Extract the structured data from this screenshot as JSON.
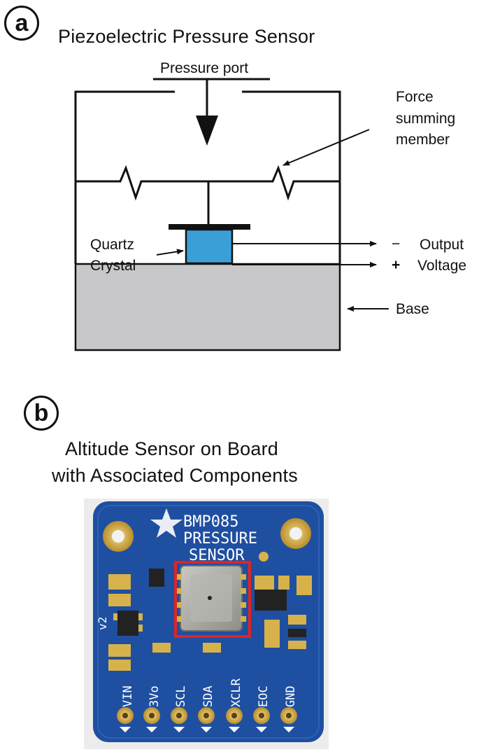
{
  "panel_a": {
    "badge": "a",
    "title": "Piezoelectric Pressure Sensor",
    "labels": {
      "pressure_port": "Pressure port",
      "force_summing_line1": "Force",
      "force_summing_line2": "summing",
      "force_summing_line3": "member",
      "quartz_line1": "Quartz",
      "quartz_line2": "Crystal",
      "output_sign_neg": "−",
      "output_sign_pos": "+",
      "output_line1": "Output",
      "output_line2": "Voltage",
      "base": "Base"
    },
    "colors": {
      "crystal": "#3a9fd6",
      "base": "#c8c8ca",
      "line": "#111111"
    }
  },
  "panel_b": {
    "badge": "b",
    "title_line1": "Altitude Sensor on Board",
    "title_line2": "with Associated Components",
    "board": {
      "name_line1": "BMP085",
      "name_line2": "PRESSURE",
      "name_line3": "SENSOR",
      "version": "v2",
      "pins": [
        "VIN",
        "3Vo",
        "SCL",
        "SDA",
        "XCLR",
        "EOC",
        "GND"
      ],
      "colors": {
        "pcb": "#1f4fa0",
        "pad": "#d7b24a",
        "highlight": "#e02424",
        "chip": "#a9a8a2"
      }
    }
  }
}
